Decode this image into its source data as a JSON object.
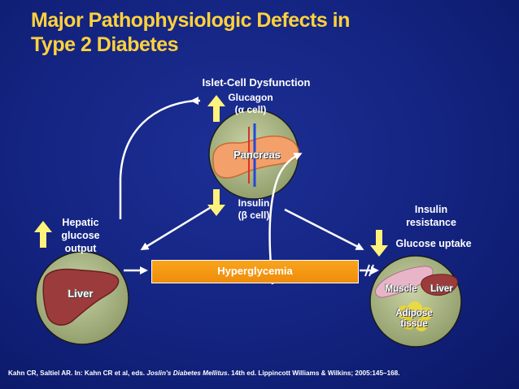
{
  "title_line1": "Major Pathophysiologic Defects in",
  "title_line2": "Type 2 Diabetes",
  "islet": "Islet-Cell Dysfunction",
  "glucagon_line1": "Glucagon",
  "glucagon_line2": "(α cell)",
  "pancreas": "Pancreas",
  "insulin_line1": "Insulin",
  "insulin_line2": "(β cell)",
  "hepatic_line1": "Hepatic",
  "hepatic_line2": "glucose",
  "hepatic_line3": "output",
  "resistance_line1": "Insulin",
  "resistance_line2": "resistance",
  "uptake": "Glucose uptake",
  "hyperglycemia": "Hyperglycemia",
  "liver": "Liver",
  "muscle": "Muscle",
  "liver2": "Liver",
  "adipose_line1": "Adipose",
  "adipose_line2": "tissue",
  "citation_pre": "Kahn CR, Saltiel AR. In: Kahn CR et al, eds. ",
  "citation_book": "Joslin's Diabetes Mellitus",
  "citation_post": ". 14th ed. Lippincott Williams & Wilkins; 2005:145–168.",
  "colors": {
    "background": "#13237f",
    "title": "#ffd23c",
    "arrow_up_down": "#fff27a",
    "hyperglycemia_box": "#f9a41c",
    "circle_fill": "#a9b583"
  }
}
